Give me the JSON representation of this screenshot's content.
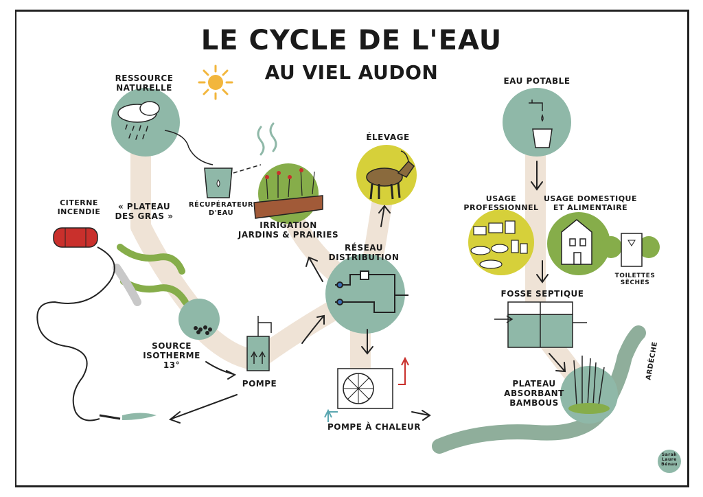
{
  "title": "Le cycle de l'eau",
  "subtitle": "au Viel Audon",
  "labels": {
    "ressource_1": "Ressource",
    "ressource_2": "naturelle",
    "recuperateur_1": "Récupérateur",
    "recuperateur_2": "d'eau",
    "plateau_gras_1": "« Plateau",
    "plateau_gras_2": "des Gras »",
    "citerne_1": "Citerne",
    "citerne_2": "incendie",
    "irrigation_1": "Irrigation",
    "irrigation_2": "jardins & prairies",
    "elevage": "Élevage",
    "reseau_1": "Réseau",
    "reseau_2": "distribution",
    "source_1": "Source",
    "source_2": "isotherme",
    "source_3": "13°",
    "pompe": "Pompe",
    "pompe_chaleur": "Pompe à chaleur",
    "eau_potable": "Eau potable",
    "usage_pro_1": "Usage",
    "usage_pro_2": "professionnel",
    "usage_dom_1": "Usage domestique",
    "usage_dom_2": "et alimentaire",
    "toilettes_1": "Toilettes",
    "toilettes_2": "sèches",
    "fosse": "Fosse septique",
    "plateau_abs_1": "Plateau",
    "plateau_abs_2": "absorbant",
    "plateau_abs_3": "bambous",
    "ardeche": "Ardèche",
    "signature": "Sarah Laure Bénau"
  },
  "colors": {
    "teal": "#8fb8a8",
    "green": "#86ad4a",
    "yellow": "#d6d03a",
    "path": "#efe3d6",
    "river": "#8fae9b",
    "sun": "#f2b63c",
    "red": "#c9302c"
  }
}
